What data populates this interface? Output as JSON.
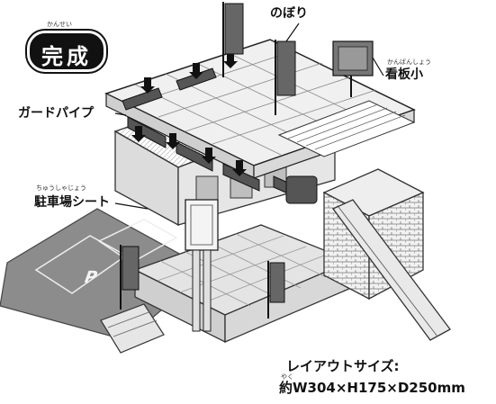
{
  "badge": {
    "ruby": "かんせい",
    "label": "完成"
  },
  "labels": {
    "nobori": "のぼり",
    "kanban": {
      "ruby": "かんばんしょう",
      "text": "看板小"
    },
    "guard_pipe": "ガードパイプ",
    "parking_sheet": {
      "ruby": "ちゅうしゃじょう",
      "text": "駐車場シート"
    },
    "parking_mark": "P"
  },
  "size_info": {
    "title": "レイアウトサイズ:",
    "ruby": "やく",
    "value": "約W304×H175×D250mm"
  }
}
